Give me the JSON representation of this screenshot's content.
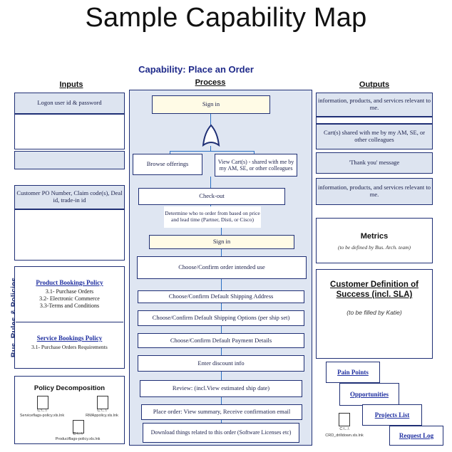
{
  "title": "Sample Capability Map",
  "capability": "Capability: Place an Order",
  "headers": {
    "inputs": "Inputs",
    "process": "Process",
    "outputs": "Outputs"
  },
  "side_label": "Bus. Rules & Policies",
  "inputs": [
    {
      "text": "Logon user id & password"
    },
    {
      "text": "Customer PO Number, Claim code(s), Deal id, trade-in id"
    }
  ],
  "process": {
    "sign_in": "Sign in",
    "browse": "Browse offerings",
    "view_carts": "View Cart(s) - shared with me by my AM, SE, or other colleagues",
    "checkout": "Check-out",
    "determine": "Determine who to order from based on price and lead time (Partner, Disti, or Cisco)",
    "sign_in_2": "Sign in",
    "steps": [
      "Choose/Confirm order intended use",
      "Choose/Confirm Default Shipping Address",
      "Choose/Confirm Default Shipping Options (per ship set)",
      "Choose/Confirm Default Payment Details",
      "Enter discount info",
      "Review: (incl.View estimated ship date)",
      "Place order: View summary, Receive confirmation email",
      "Download things related to this order (Software Licenses etc)"
    ]
  },
  "outputs": [
    "information, products, and services relevant to me.",
    "Cart(s) shared with me by my AM, SE, or other colleagues",
    "'Thank you' message",
    "information, products, and services relevant to me."
  ],
  "metrics": {
    "title": "Metrics",
    "note": "(to be defined by Bus. Arch. team)"
  },
  "success": {
    "title": "Customer Definition of Success (incl. SLA)",
    "note": "(to be filled by Katie)"
  },
  "policies": {
    "product_title": "Product Bookings Policy",
    "product_items": [
      "3.1- Purchase Orders",
      "3.2- Electronic Commerce",
      "3.3-Terms and Conditions"
    ],
    "service_title": "Service Bookings Policy",
    "service_items": [
      "3.1- Purchase Orders Requirements"
    ]
  },
  "decomposition": {
    "title": "Policy Decomposition",
    "files": [
      {
        "path": "C:\\...\\",
        "name": "Serviceflags-policy.xls.lnk"
      },
      {
        "path": "C:\\...\\",
        "name": "RMAppolicy.xls.lnk"
      },
      {
        "path": "C:\\...\\",
        "name": "Productflags-policy.xls.lnk"
      }
    ]
  },
  "links": [
    "Pain Points",
    "Opportunities",
    "Projects List",
    "Request Log"
  ],
  "crd_file": {
    "path": "C:\\...\\",
    "name": "CRD_drilldown.xls.lnk"
  }
}
